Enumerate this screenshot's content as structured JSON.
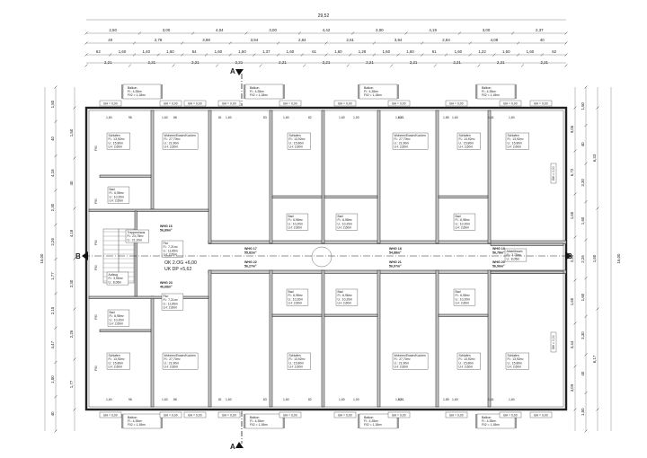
{
  "dims": {
    "overall": "29,52",
    "row1": [
      "2,50",
      "3,00",
      "4,04",
      "3,00",
      "4,42",
      "3,00",
      "4,19",
      "3,00",
      "2,37"
    ],
    "row2": [
      "40",
      "2,78",
      "3,98",
      "3,94",
      "2,84",
      "2,61",
      "3,94",
      "2,84",
      "4,08",
      "40"
    ],
    "row3": [
      "62",
      "1,60",
      "1,40",
      "1,60",
      "54",
      "1,60",
      "1,60",
      "1,37",
      "1,60",
      "61",
      "1,60",
      "1,28",
      "1,60",
      "1,60",
      "61",
      "1,60",
      "1,22",
      "1,60",
      "1,60",
      "62"
    ],
    "row3b": [
      "2,21",
      "2,21",
      "2,21",
      "2,21",
      "2,21",
      "2,21",
      "2,21",
      "2,21",
      "2,21",
      "2,21",
      "2,21"
    ],
    "left": [
      "1,50",
      "40",
      "4,18",
      "2,30",
      "2,26",
      "1,77",
      "2,15",
      "4,47",
      "1,50",
      "40"
    ],
    "left_total": "16,00",
    "right_a": [
      "1,50",
      "40",
      "3,30",
      "1,60",
      "2,26",
      "1,60",
      "3,30",
      "40",
      "1,50"
    ],
    "right_b": [
      "6,33",
      "1,60",
      "6,17"
    ],
    "right_c": [
      "16,00",
      "9,06",
      "6,72",
      "1,60",
      "2,26",
      "1,60",
      "3,44",
      "3,09"
    ],
    "right_total": "16,00",
    "window": "1,60",
    "window_alt": [
      "96",
      "86",
      "81",
      "83",
      "82",
      "1,00",
      "1,81",
      "1,85",
      "1,61"
    ]
  },
  "section_a": "A",
  "section_b": "B",
  "bh": "BH = 0,00",
  "balkon": {
    "title": "Balkon",
    "fl": "Fl.: 4,35m²",
    "fldt": "Fl/2 = 1,18m²"
  },
  "rooms": {
    "schlafen": {
      "title": "Schlafen",
      "fl": "Fl.: 13,92m²",
      "u": "U.: 15,80m",
      "lh": "LH: 2,60m"
    },
    "wohnen": {
      "title": "Wohnen/Essen/Kochen",
      "fl": "Fl.: 27,70m²",
      "u": "U.: 21,90m",
      "lh": "LH: 2,60m"
    },
    "bad": {
      "title": "Bad",
      "fl": "Fl.: 6,98m²",
      "u": "U.: 10,20m",
      "lh": "LH: 2,60m"
    },
    "flur": {
      "title": "Flur",
      "fl": "Fl.: 7,21m²",
      "u": "U.: 11,85m",
      "lh": "LH: 2,60m"
    },
    "aufzug": {
      "title": "Aufzug",
      "fl": "Fl.: 3,96m²",
      "u": "U.: 8,06m"
    },
    "treppe": {
      "title": "Treppenhaus",
      "fl": "Fl.: 23,78m²",
      "u": "U.: 21,20m"
    },
    "abstell": {
      "title": "Abstellraum",
      "fl": "Fl.: 3,75m²",
      "u": "U.: 8,05m"
    }
  },
  "units": [
    {
      "name": "WHG 16",
      "area": "56,89m²"
    },
    {
      "name": "WHG 17",
      "area": "55,82m²"
    },
    {
      "name": "WHG 18",
      "area": "54,88m²"
    },
    {
      "name": "WHG 19",
      "area": "56,78m²"
    },
    {
      "name": "WHG 20",
      "area": "56,06m²"
    },
    {
      "name": "WHG 21",
      "area": "56,07m²"
    },
    {
      "name": "WHG 22",
      "area": "56,27m²"
    },
    {
      "name": "WHG 23",
      "area": "46,68m²"
    }
  ],
  "level": {
    "ok": "OK 2.OG  +6,00",
    "uk": "UK DP    +5,62"
  },
  "f90": "F90"
}
